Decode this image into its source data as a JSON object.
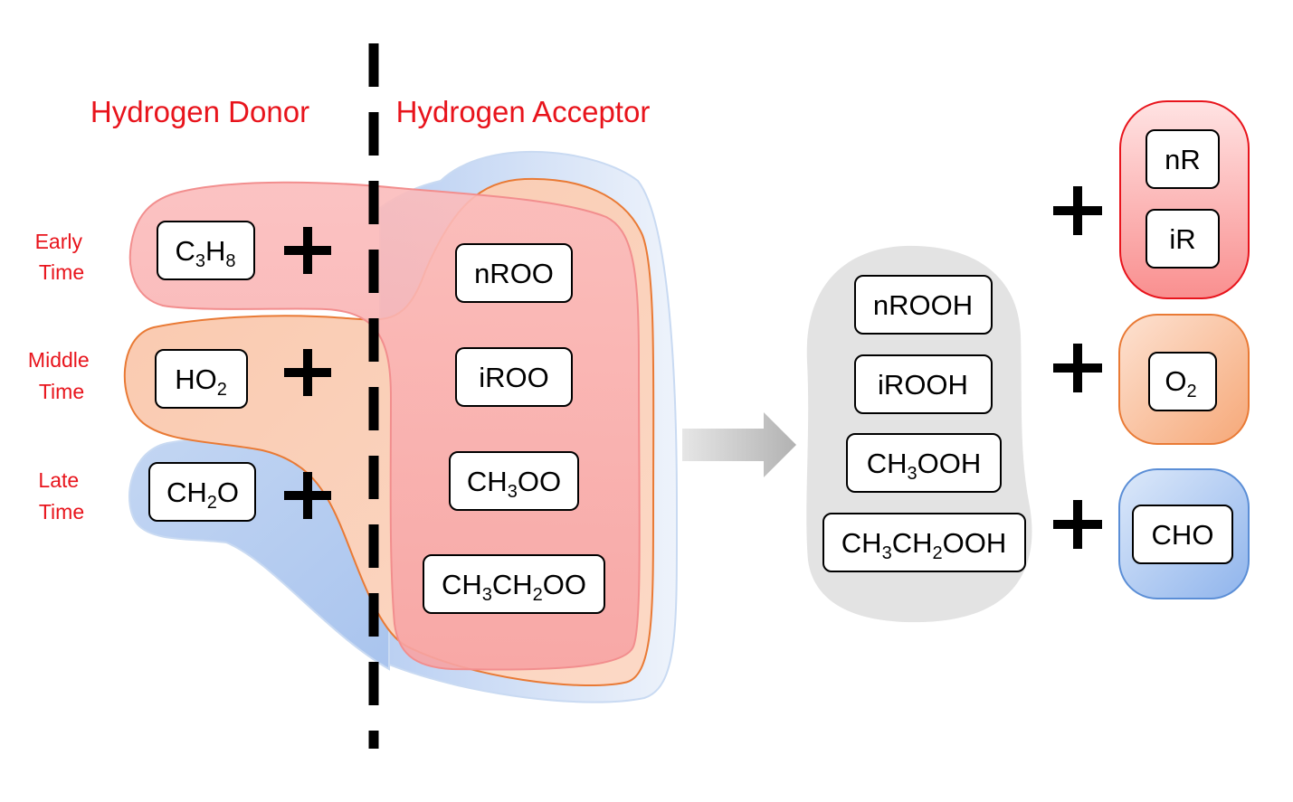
{
  "headings": {
    "donor": "Hydrogen Donor",
    "acceptor": "Hydrogen Acceptor"
  },
  "time_labels": {
    "early": [
      "Early",
      "Time"
    ],
    "middle": [
      "Middle",
      "Time"
    ],
    "late": [
      "Late",
      "Time"
    ]
  },
  "donors": {
    "early": {
      "main": "C",
      "sub1": "3",
      "mid": "H",
      "sub2": "8",
      "tail": ""
    },
    "middle": {
      "main": "HO",
      "sub1": "2",
      "mid": "",
      "sub2": "",
      "tail": ""
    },
    "late": {
      "main": "CH",
      "sub1": "2",
      "mid": "O",
      "sub2": "",
      "tail": ""
    }
  },
  "acceptors": {
    "nroo": "nROO",
    "iroo": "iROO",
    "ch3oo": {
      "a": "CH",
      "s1": "3",
      "b": "OO"
    },
    "ch3ch2oo": {
      "a": "CH",
      "s1": "3",
      "b": "CH",
      "s2": "2",
      "c": "OO"
    }
  },
  "products": {
    "nrooh": "nROOH",
    "irooh": "iROOH",
    "ch3ooh": {
      "a": "CH",
      "s1": "3",
      "b": "OOH"
    },
    "ch3ch2ooh": {
      "a": "CH",
      "s1": "3",
      "b": "CH",
      "s2": "2",
      "c": "OOH"
    }
  },
  "byproducts": {
    "nr": "nR",
    "ir": "iR",
    "o2": {
      "a": "O",
      "s1": "2"
    },
    "cho": "CHO"
  },
  "plus_symbol": "+",
  "colors": {
    "early_fill": "#f9b3b3",
    "early_stroke": "#f28e8e",
    "middle_fill": "#f8c9ae",
    "middle_stroke": "#e97a35",
    "late_fill": "#b8d0f2",
    "late_stroke": "#c9daf2",
    "product_group": "#e3e3e3",
    "heading_red": "#e8141c",
    "arrow_gray": "#bdbdbd"
  }
}
